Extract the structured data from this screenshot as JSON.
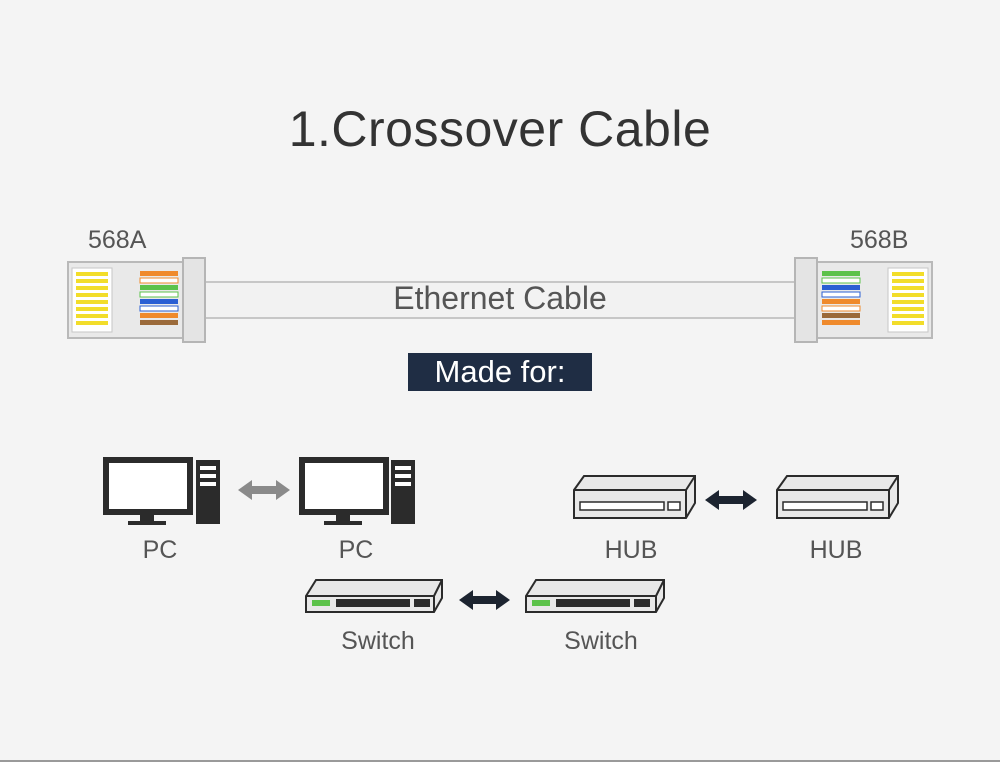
{
  "title": "1.Crossover Cable",
  "cable": {
    "left_standard": "568A",
    "right_standard": "568B",
    "label": "Ethernet Cable"
  },
  "made_for_label": "Made for:",
  "devices": {
    "pc_left": "PC",
    "pc_right": "PC",
    "hub_left": "HUB",
    "hub_right": "HUB",
    "switch_left": "Switch",
    "switch_right": "Switch"
  },
  "colors": {
    "contact_gold": "#f2dd2a",
    "wire_orange": "#ef8a2c",
    "wire_green": "#5cc24a",
    "wire_blue": "#2a5fd3",
    "wire_brown": "#9b6a3a",
    "made_for_bg": "#1f2d44",
    "arrow_dark": "#1c2430",
    "arrow_light": "#8a8a8a"
  }
}
